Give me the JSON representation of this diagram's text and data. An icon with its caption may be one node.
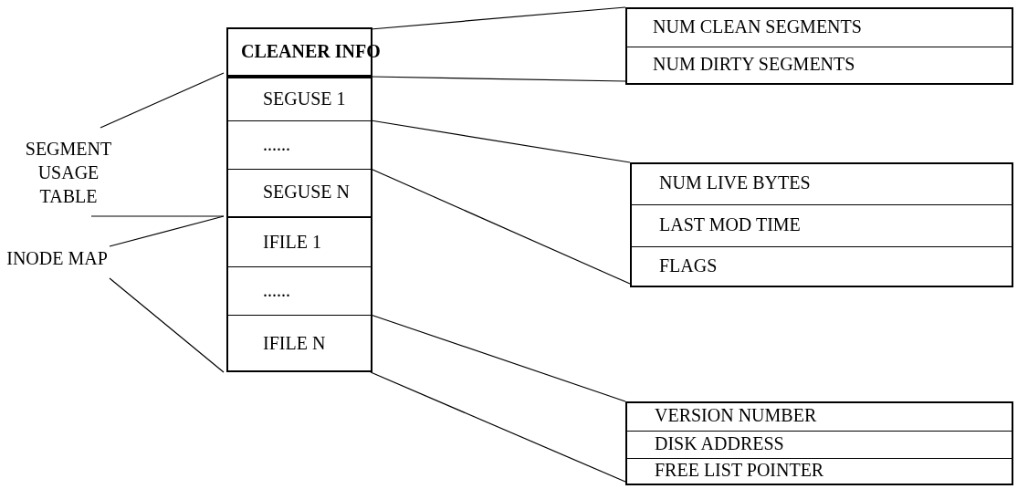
{
  "diagram": {
    "nodes": [
      {
        "text": [],
        "shape": "box"
      },
      {
        "text": [
          "CLEANER INFO"
        ],
        "in": 0
      },
      {
        "text": [
          "SEGUSE 1"
        ],
        "in": 0
      },
      {
        "text": [
          "......"
        ],
        "in": 0
      },
      {
        "text": [
          "SEGUSE N"
        ],
        "in": 0
      },
      {
        "text": [
          "IFILE 1"
        ],
        "in": 0
      },
      {
        "text": [
          "......"
        ],
        "in": 0
      },
      {
        "text": [
          "IFILE N"
        ],
        "in": 0
      },
      {
        "text": [],
        "shape": "box"
      },
      {
        "text": [
          "NUM CLEAN SEGMENTS"
        ],
        "in": 8
      },
      {
        "text": [
          "NUM DIRTY SEGMENTS"
        ],
        "in": 8
      },
      {
        "text": [],
        "shape": "box"
      },
      {
        "text": [
          "NUM LIVE BYTES"
        ],
        "in": 11
      },
      {
        "text": [
          "LAST MOD TIME"
        ],
        "in": 11
      },
      {
        "text": [
          "FLAGS"
        ],
        "in": 11
      },
      {
        "text": [],
        "shape": "box"
      },
      {
        "text": [
          "VERSION NUMBER"
        ],
        "in": 15
      },
      {
        "text": [
          "DISK ADDRESS"
        ],
        "in": 15
      },
      {
        "text": [
          "FREE LIST POINTER"
        ],
        "in": 15
      }
    ],
    "edges": [
      {
        "from": 1,
        "to": 8,
        "arrow": "none"
      },
      {
        "from": 1,
        "to": 8,
        "arrow": "none"
      },
      {
        "from": 3,
        "to": 11,
        "arrow": "none"
      },
      {
        "from": 3,
        "to": 11,
        "arrow": "none"
      },
      {
        "from": 7,
        "to": 15,
        "arrow": "none"
      },
      {
        "from": 7,
        "to": 15,
        "arrow": "none"
      }
    ],
    "labels": [
      "SEGMENT USAGE TABLE",
      "INODE MAP"
    ]
  }
}
